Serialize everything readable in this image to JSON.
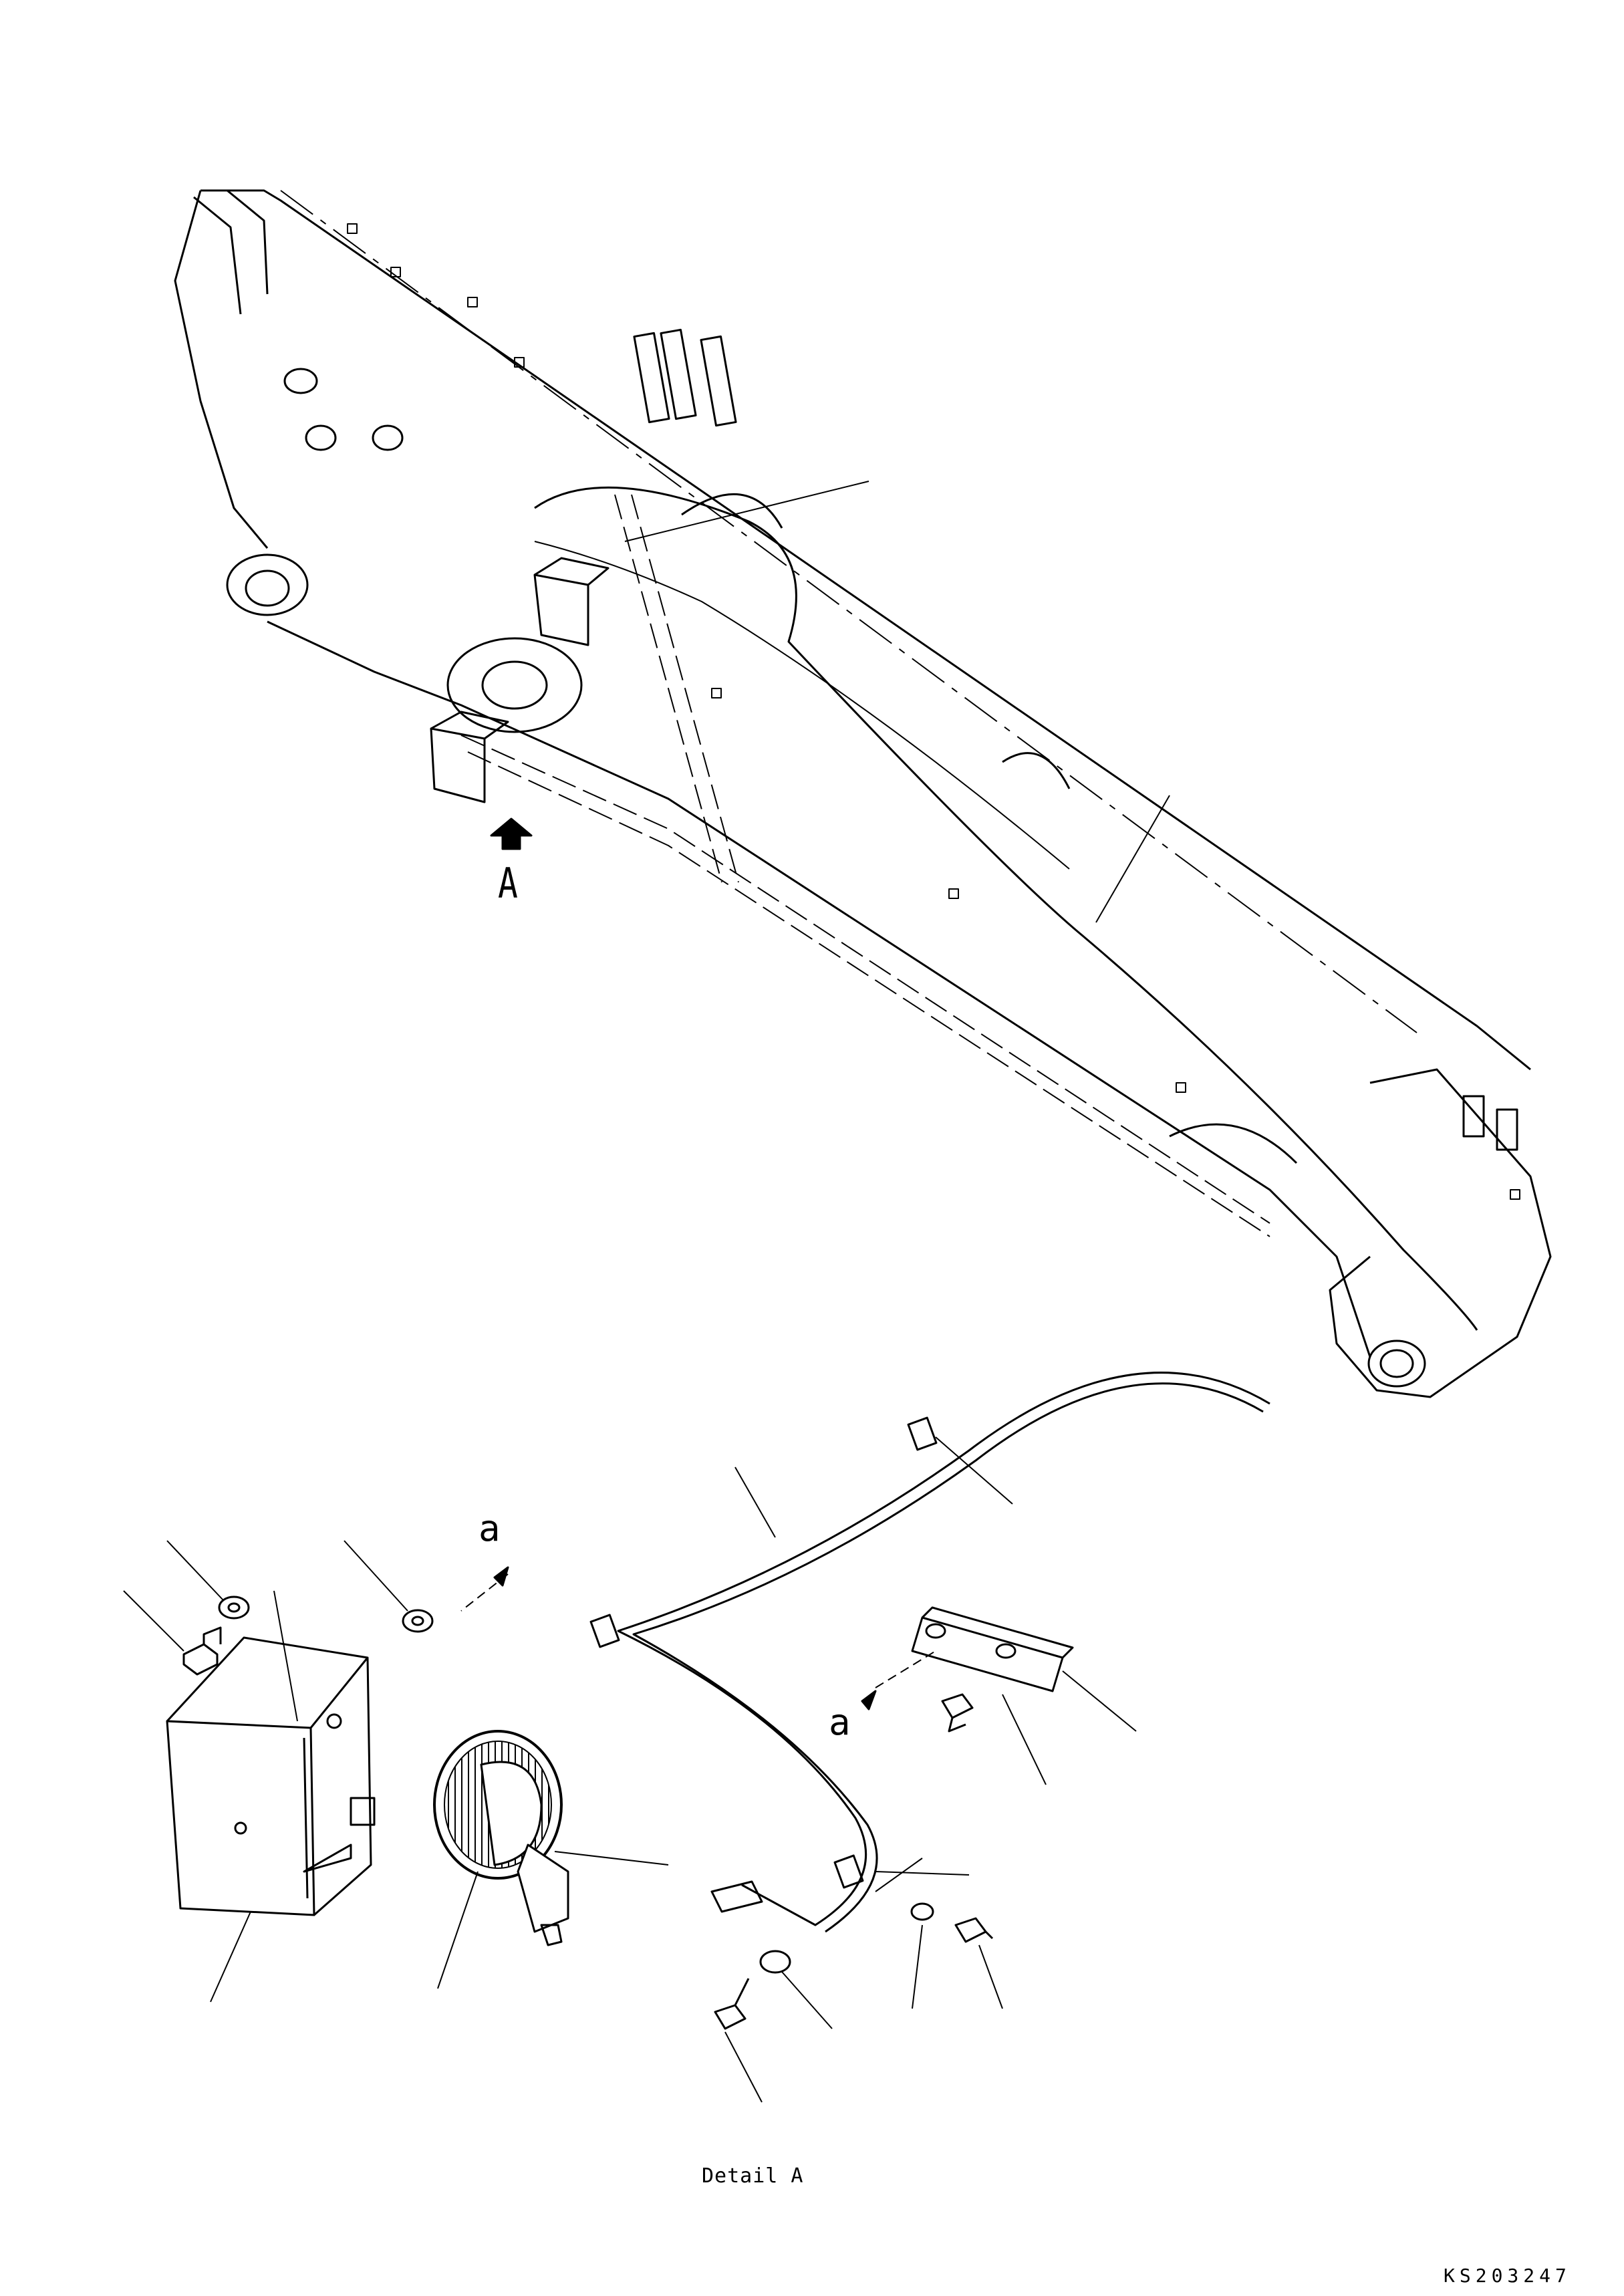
{
  "callouts": {
    "view_arrow_label": "A",
    "connector_label_1": "a",
    "connector_label_2": "a"
  },
  "caption": "Detail A",
  "drawing_code": "KS203247",
  "colors": {
    "ink": "#000000",
    "paper": "#ffffff"
  }
}
